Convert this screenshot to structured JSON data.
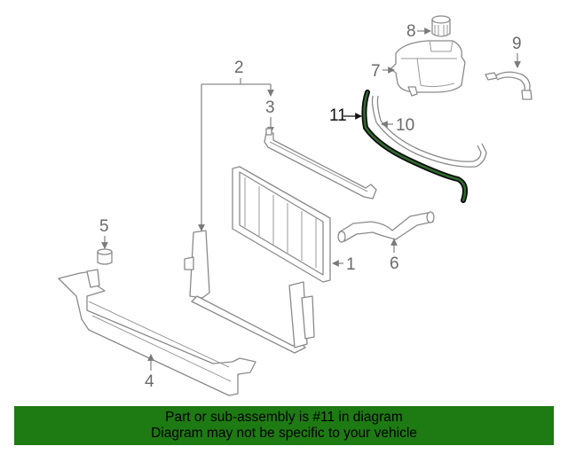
{
  "callouts": {
    "c1": "1",
    "c2": "2",
    "c3": "3",
    "c4": "4",
    "c5": "5",
    "c6": "6",
    "c7": "7",
    "c8": "8",
    "c9": "9",
    "c10": "10",
    "c11": "11"
  },
  "highlight_color": "#1a3d1a",
  "banner": {
    "color": "#1e7a13",
    "line1": "Part or sub-assembly is #11 in diagram",
    "line2": "Diagram may not be specific to your vehicle"
  }
}
